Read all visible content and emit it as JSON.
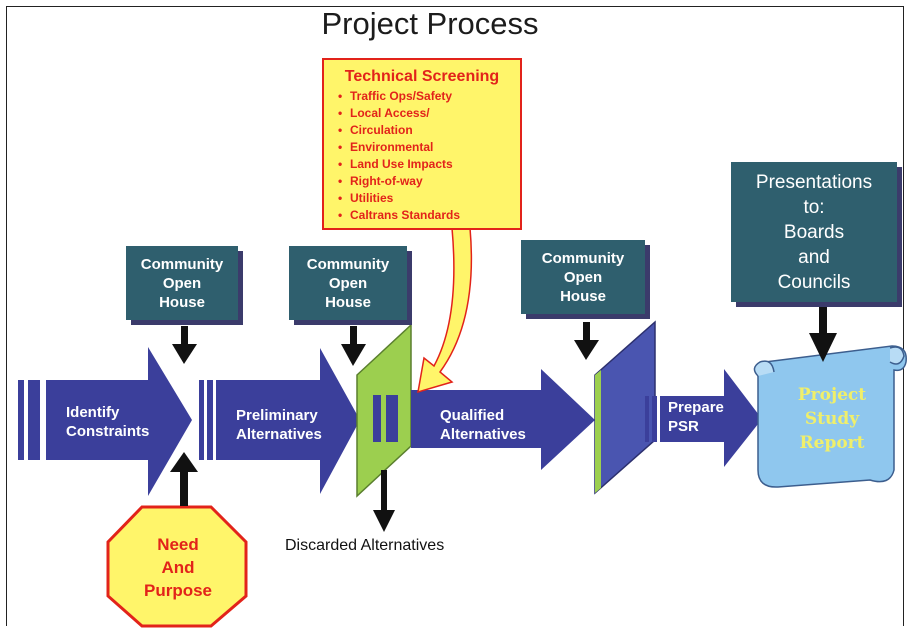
{
  "title": "Project Process",
  "technical_screening": {
    "heading": "Technical Screening",
    "items": [
      "Traffic Ops/Safety",
      "Local Access/",
      "Circulation",
      "Environmental",
      "Land Use Impacts",
      "Right-of-way",
      "Utilities",
      "Caltrans Standards"
    ]
  },
  "boxes": {
    "open_house_1": "Community\nOpen\nHouse",
    "open_house_2": "Community\nOpen\nHouse",
    "open_house_3": "Community\nOpen\nHouse",
    "presentations": "Presentations\nto:\nBoards\nand\nCouncils"
  },
  "arrows": {
    "identify": "Identify\nConstraints",
    "preliminary": "Preliminary\nAlternatives",
    "qualified": "Qualified\nAlternatives",
    "prepare": "Prepare\nPSR"
  },
  "need_and_purpose": "Need\nAnd\nPurpose",
  "discarded": "Discarded Alternatives",
  "report": "Project\nStudy\nReport",
  "colors": {
    "box_fill": "#2f5f6e",
    "arrow_fill": "#3b3f9b",
    "screen_fill": "#9ccf4f",
    "report_fill": "#8fc7ee",
    "octagon_fill": "#fff56a",
    "accent_red": "#e2231a"
  }
}
